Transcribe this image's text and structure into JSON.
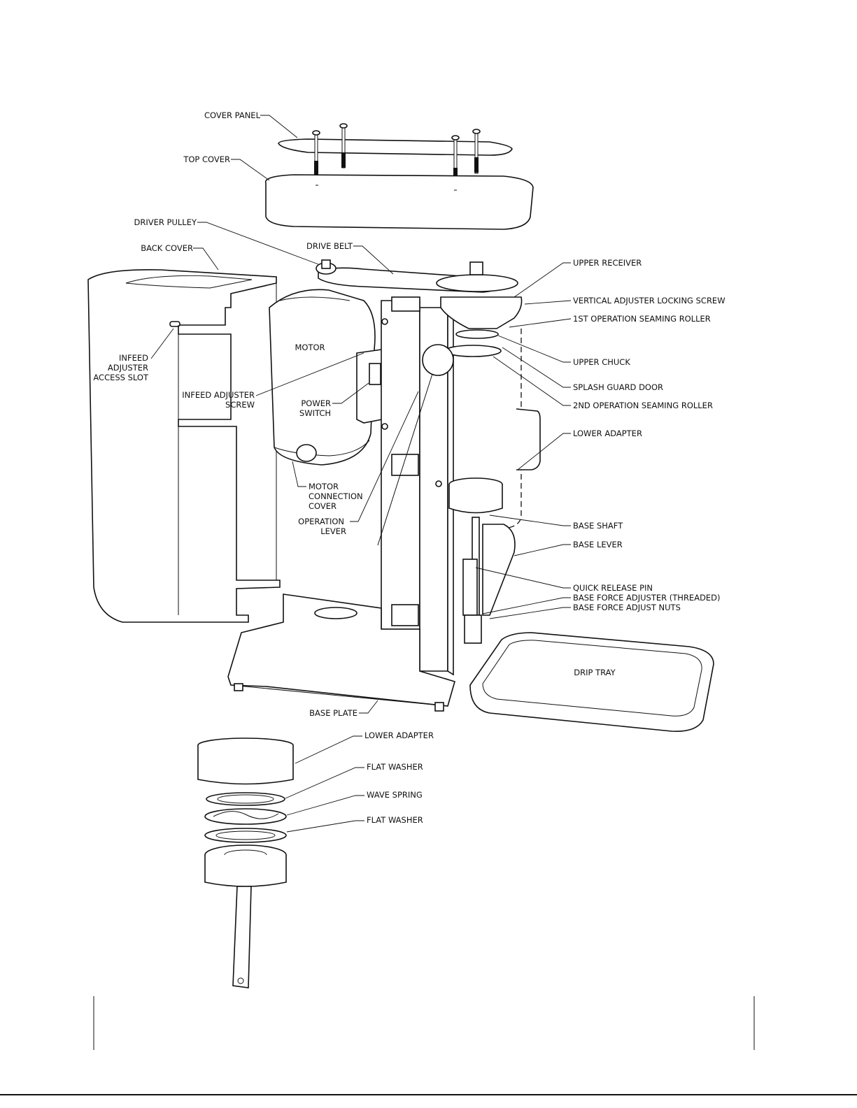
{
  "labels": {
    "cover_panel": "COVER PANEL",
    "top_cover": "TOP COVER",
    "driver_pulley": "DRIVER PULLEY",
    "back_cover": "BACK COVER",
    "drive_belt": "DRIVE BELT",
    "upper_receiver": "UPPER RECEIVER",
    "vertical_adjuster_locking_screw": "VERTICAL ADJUSTER LOCKING SCREW",
    "first_operation_seaming_roller": "1ST OPERATION SEAMING ROLLER",
    "motor": "MOTOR",
    "infeed_adjuster_access_slot": [
      "INFEED",
      "ADJUSTER",
      "ACCESS SLOT"
    ],
    "upper_chuck": "UPPER CHUCK",
    "splash_guard_door": "SPLASH GUARD DOOR",
    "infeed_adjuster_screw": [
      "INFEED ADJUSTER",
      "SCREW"
    ],
    "power_switch": [
      "POWER",
      "SWITCH"
    ],
    "second_operation_seaming_roller": "2ND OPERATION SEAMING ROLLER",
    "lower_adapter_top": "LOWER ADAPTER",
    "motor_connection_cover": [
      "MOTOR",
      "CONNECTION",
      "COVER"
    ],
    "operation_lever": [
      "OPERATION",
      "LEVER"
    ],
    "base_shaft": "BASE SHAFT",
    "base_lever": "BASE LEVER",
    "quick_release_pin": "QUICK RELEASE PIN",
    "base_force_adjuster": "BASE FORCE ADJUSTER (THREADED)",
    "base_force_adjust_nuts": "BASE FORCE ADJUST NUTS",
    "drip_tray": "DRIP TRAY",
    "base_plate": "BASE PLATE",
    "lower_adapter_detail": "LOWER ADAPTER",
    "flat_washer_1": "FLAT WASHER",
    "wave_spring": "WAVE SPRING",
    "flat_washer_2": "FLAT WASHER"
  }
}
